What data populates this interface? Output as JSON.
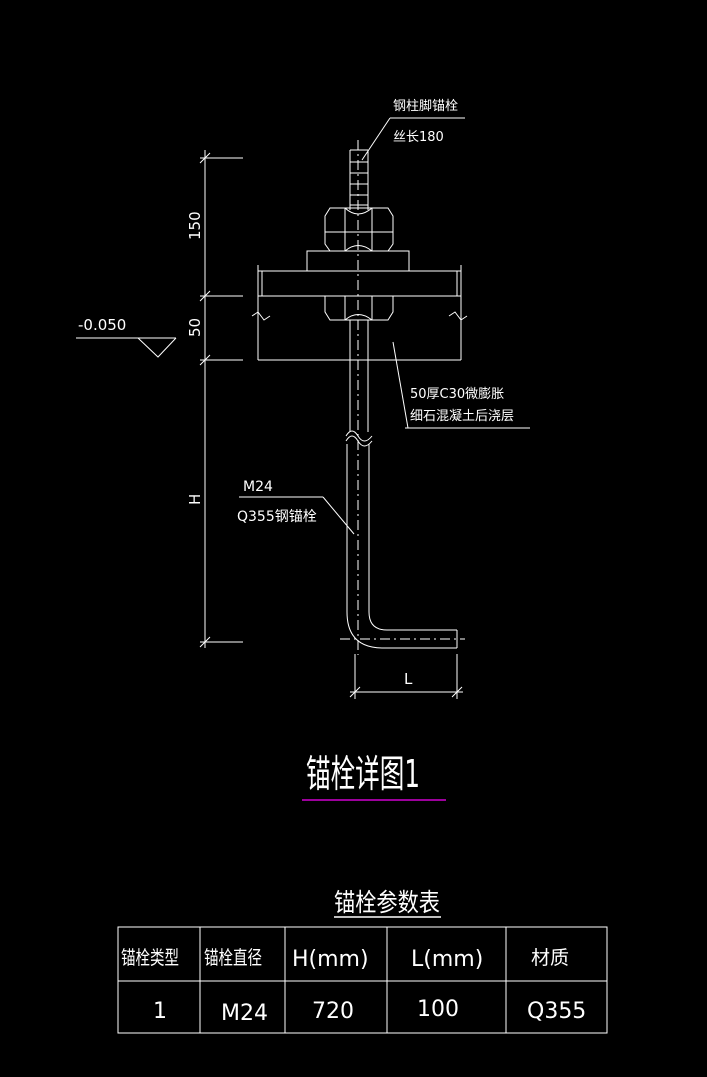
{
  "labels": {
    "bolt_name": "钢柱脚锚栓",
    "thread_len": "丝长180",
    "dim_150": "150",
    "dim_50": "50",
    "elevation": "-0.050",
    "grout_line1": "50厚C30微膨胀",
    "grout_line2": "细石混凝土后浇层",
    "dim_h": "H",
    "bolt_size": "M24",
    "bolt_material": "Q355钢锚栓",
    "dim_l": "L"
  },
  "title": "锚栓详图1",
  "table_title": "锚栓参数表",
  "table": {
    "headers": [
      "锚栓类型",
      "锚栓直径",
      "H(mm)",
      "L(mm)",
      "材质"
    ],
    "row": [
      "1",
      "M24",
      "720",
      "100",
      "Q355"
    ]
  },
  "colors": {
    "background": "#000000",
    "line": "#ffffff",
    "title_underline": "#d000d0"
  }
}
